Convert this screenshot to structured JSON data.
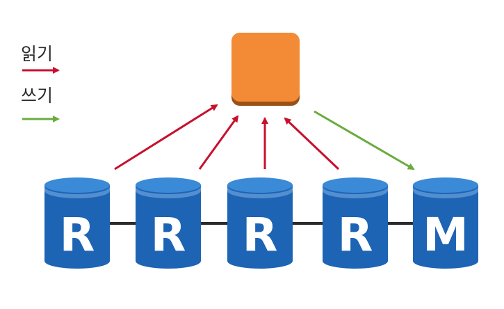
{
  "legend": {
    "read": {
      "label": "읽기",
      "color": "#c8102e"
    },
    "write": {
      "label": "쓰기",
      "color": "#6aab3e"
    }
  },
  "hub": {
    "color": "#f38a35",
    "shadow": "#9a5118"
  },
  "databases": [
    {
      "letter": "R",
      "role": "replica"
    },
    {
      "letter": "R",
      "role": "replica"
    },
    {
      "letter": "R",
      "role": "replica"
    },
    {
      "letter": "R",
      "role": "replica"
    },
    {
      "letter": "M",
      "role": "master"
    }
  ],
  "colors": {
    "db_body": "#1d64b4",
    "db_top": "#3a8ad8",
    "db_band": "#7fb3e8",
    "connector": "#2b2b2b"
  }
}
